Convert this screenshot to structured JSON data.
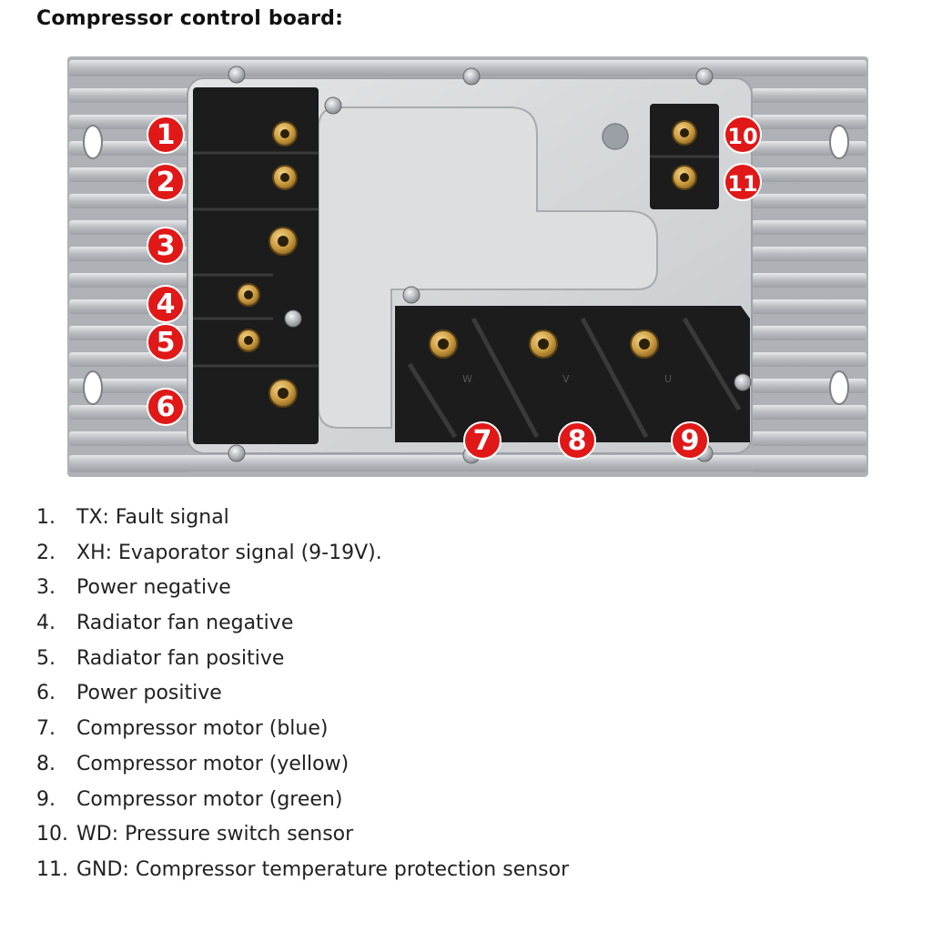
{
  "header": {
    "title": "Compressor control board:"
  },
  "board": {
    "callouts": [
      "1",
      "2",
      "3",
      "4",
      "5",
      "6",
      "7",
      "8",
      "9",
      "10",
      "11"
    ],
    "phase_labels": [
      "W",
      "V",
      "U"
    ],
    "colors": {
      "heatsink": "#c9ccd0",
      "plate": "#d7d9dc",
      "connector": "#1b1b1b",
      "pin_brass": "#c99a3e",
      "callout": "#e01818"
    }
  },
  "legend": {
    "items": [
      {
        "num": "1.",
        "text": "TX: Fault signal"
      },
      {
        "num": "2.",
        "text": "XH: Evaporator signal (9-19V)."
      },
      {
        "num": "3.",
        "text": "Power negative"
      },
      {
        "num": "4.",
        "text": "Radiator fan negative"
      },
      {
        "num": "5.",
        "text": "Radiator fan positive"
      },
      {
        "num": "6.",
        "text": "Power positive"
      },
      {
        "num": "7.",
        "text": "Compressor motor (blue)"
      },
      {
        "num": "8.",
        "text": "Compressor motor (yellow)"
      },
      {
        "num": "9.",
        "text": "Compressor motor (green)"
      },
      {
        "num": "10.",
        "text": "WD: Pressure switch sensor"
      },
      {
        "num": "11.",
        "text": "GND: Compressor temperature protection sensor"
      }
    ]
  }
}
